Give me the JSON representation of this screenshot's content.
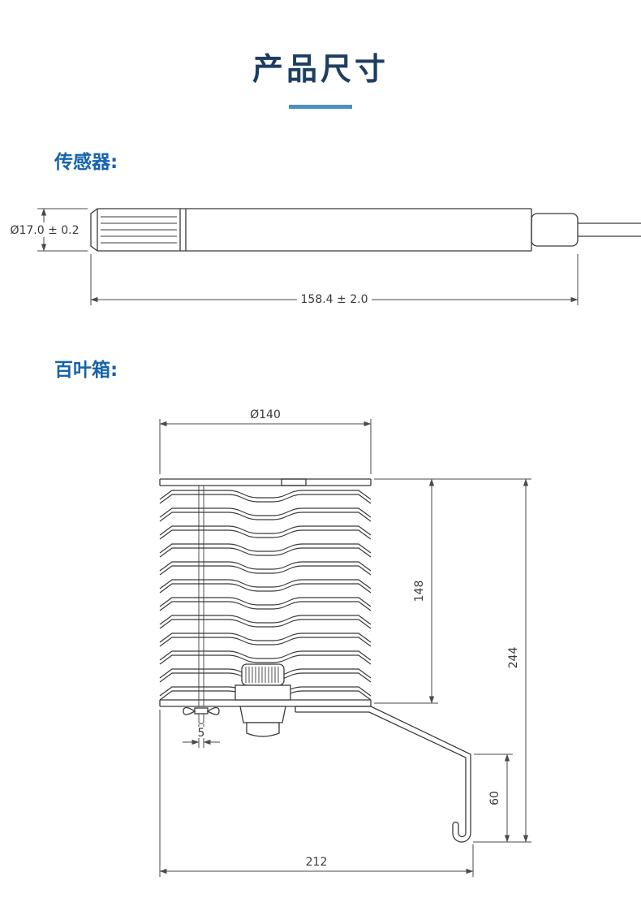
{
  "title": "产品尺寸",
  "sensor": {
    "label": "传感器:",
    "dim_diameter": "Ø17.0 ± 0.2",
    "dim_length": "158.4 ± 2.0"
  },
  "louver": {
    "label": "百叶箱:",
    "dim_top": "Ø140",
    "dim_stack": "148",
    "dim_total": "244",
    "dim_bracket": "60",
    "dim_rod": "5",
    "dim_base": "212"
  },
  "colors": {
    "heading": "#1d3e63",
    "accent": "#4c8fc2",
    "label": "#1563ac",
    "line": "#3a3a3a",
    "dimc": "#4a4a4a"
  }
}
